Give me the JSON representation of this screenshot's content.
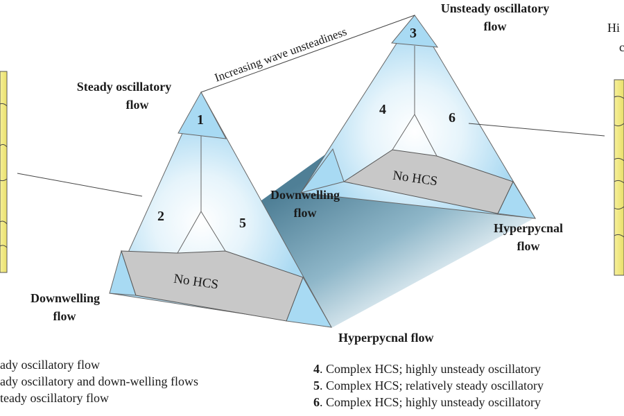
{
  "wave_axis_label": "Increasing wave unsteadiness",
  "left_pyramid": {
    "apex_label": [
      "Steady oscillatory",
      "flow"
    ],
    "downwelling_label": [
      "Downwelling",
      "flow"
    ],
    "hyperpycnal_label": "Hyperpycnal flow",
    "fields": {
      "top": "1",
      "left": "2",
      "right": "5"
    },
    "base_label": "No HCS"
  },
  "right_pyramid": {
    "apex_label": [
      "Unsteady oscillatory",
      "flow"
    ],
    "downwelling_label": [
      "Downwelling",
      "flow"
    ],
    "hyperpycnal_label": [
      "Hyperpycnal",
      "flow"
    ],
    "fields": {
      "top": "3",
      "left": "4",
      "right": "6"
    },
    "base_label": "No HCS"
  },
  "edge_label": [
    "Hi",
    "c"
  ],
  "legend_left": [
    "ady oscillatory flow",
    "ady oscillatory and down-welling flows",
    "teady oscillatory flow"
  ],
  "legend_right": [
    {
      "num": "4",
      "text": ". Complex HCS; highly unsteady oscillatory"
    },
    {
      "num": "5",
      "text": ". Complex HCS; relatively steady oscillatory"
    },
    {
      "num": "6",
      "text": ". Complex HCS; highly unsteady oscillatory"
    }
  ],
  "colors": {
    "prism_face": "#bfe3f5",
    "prism_corner": "#9fd4f0",
    "no_hcs_fill": "#c8c8c8",
    "floor_dark": "#5f8fa6",
    "core_photo": "#f3ec8a"
  }
}
